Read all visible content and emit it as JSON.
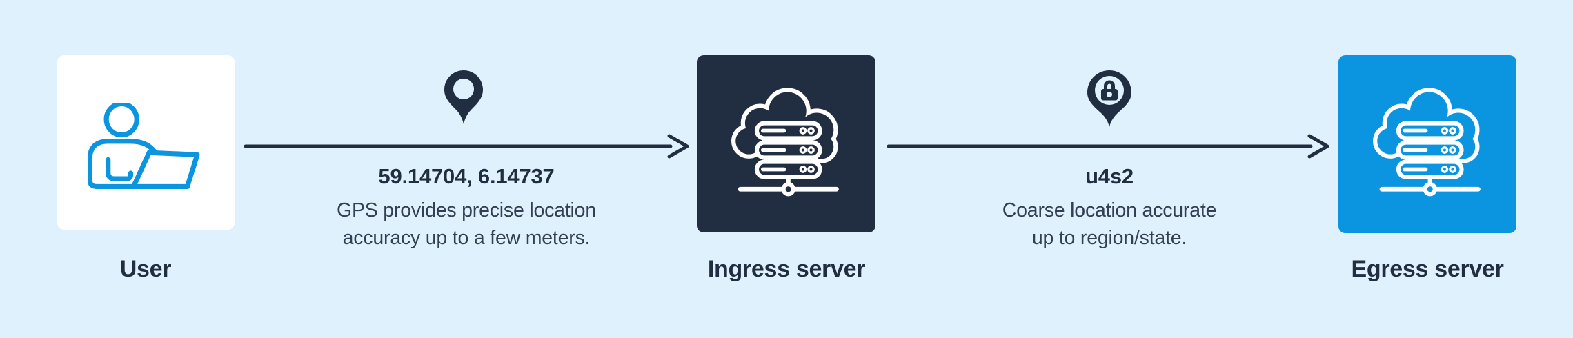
{
  "colors": {
    "background": "#dff1fd",
    "navy": "#212d40",
    "blue": "#0b94e0",
    "white": "#ffffff",
    "label_text": "#212d40",
    "body_text": "#333f52"
  },
  "nodes": [
    {
      "id": "user",
      "label": "User",
      "icon": "user-at-laptop-icon",
      "card_color": "#ffffff"
    },
    {
      "id": "ingress",
      "label": "Ingress server",
      "icon": "cloud-server-icon",
      "card_color": "#212d40"
    },
    {
      "id": "egress",
      "label": "Egress server",
      "icon": "cloud-server-icon",
      "card_color": "#0b94e0"
    }
  ],
  "edges": [
    {
      "id": "user-to-ingress",
      "icon": "location-pin-icon",
      "title": "59.14704, 6.14737",
      "lines": [
        "GPS provides precise location",
        "accuracy up to a few meters."
      ]
    },
    {
      "id": "ingress-to-egress",
      "icon": "location-pin-lock-icon",
      "title": "u4s2",
      "lines": [
        "Coarse location accurate",
        "up to region/state."
      ]
    }
  ]
}
